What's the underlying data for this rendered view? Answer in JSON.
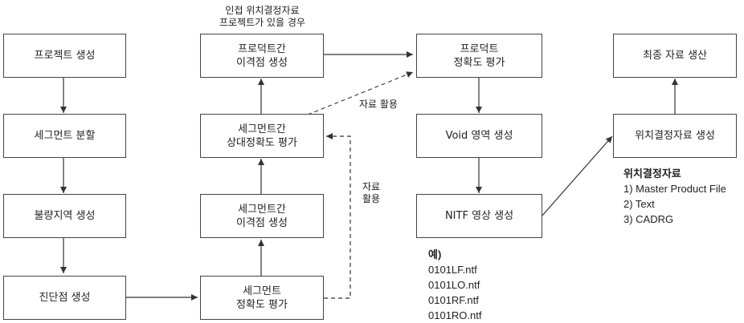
{
  "top_note": {
    "line1": "인접 위치결정자료",
    "line2": "프로젝트가 있을 경우"
  },
  "boxes": {
    "project_create": "프로젝트 생성",
    "segment_split": "세그먼트 분할",
    "bad_area": "불량지역 생성",
    "diag_point": "진단점 생성",
    "inter_project_1": "프로덕트간",
    "inter_project_2": "이격점 생성",
    "seg_rel_1": "세그먼트간",
    "seg_rel_2": "상대정확도 평가",
    "seg_gap_1": "세그먼트간",
    "seg_gap_2": "이격점 생성",
    "seg_acc_1": "세그먼트",
    "seg_acc_2": "정확도 평가",
    "prod_acc_1": "프로덕트",
    "prod_acc_2": "정확도 평가",
    "void": "Void 영역 생성",
    "nitf": "NITF 영상 생성",
    "final": "최종 자료 생산",
    "pos_data": "위치결정자료 생성"
  },
  "labels": {
    "data_use_1": "자료 활용",
    "data_use_2a": "자료",
    "data_use_2b": "활용"
  },
  "pos_list": {
    "title": "위치결정자료",
    "items": [
      "1) Master Product File",
      "2) Text",
      "3) CADRG"
    ]
  },
  "example": {
    "title": "예)",
    "files": [
      "0101LF.ntf",
      "0101LO.ntf",
      "0101RF.ntf",
      "0101RO.ntf"
    ]
  }
}
